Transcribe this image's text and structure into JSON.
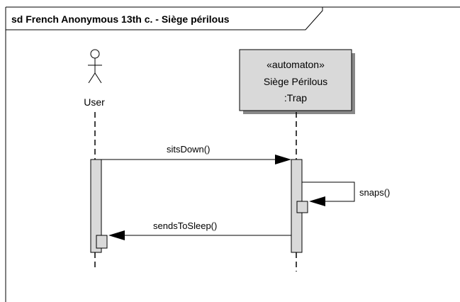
{
  "frame": {
    "title": "sd French Anonymous 13th c. - Siège périlous"
  },
  "lifelines": {
    "user": {
      "label": "User"
    },
    "trap": {
      "stereotype": "«automaton»",
      "name": "Siège Périlous",
      "type": ":Trap"
    }
  },
  "messages": {
    "sits_down": "sitsDown()",
    "snaps": "snaps()",
    "sends_to_sleep": "sendsToSleep()"
  }
}
